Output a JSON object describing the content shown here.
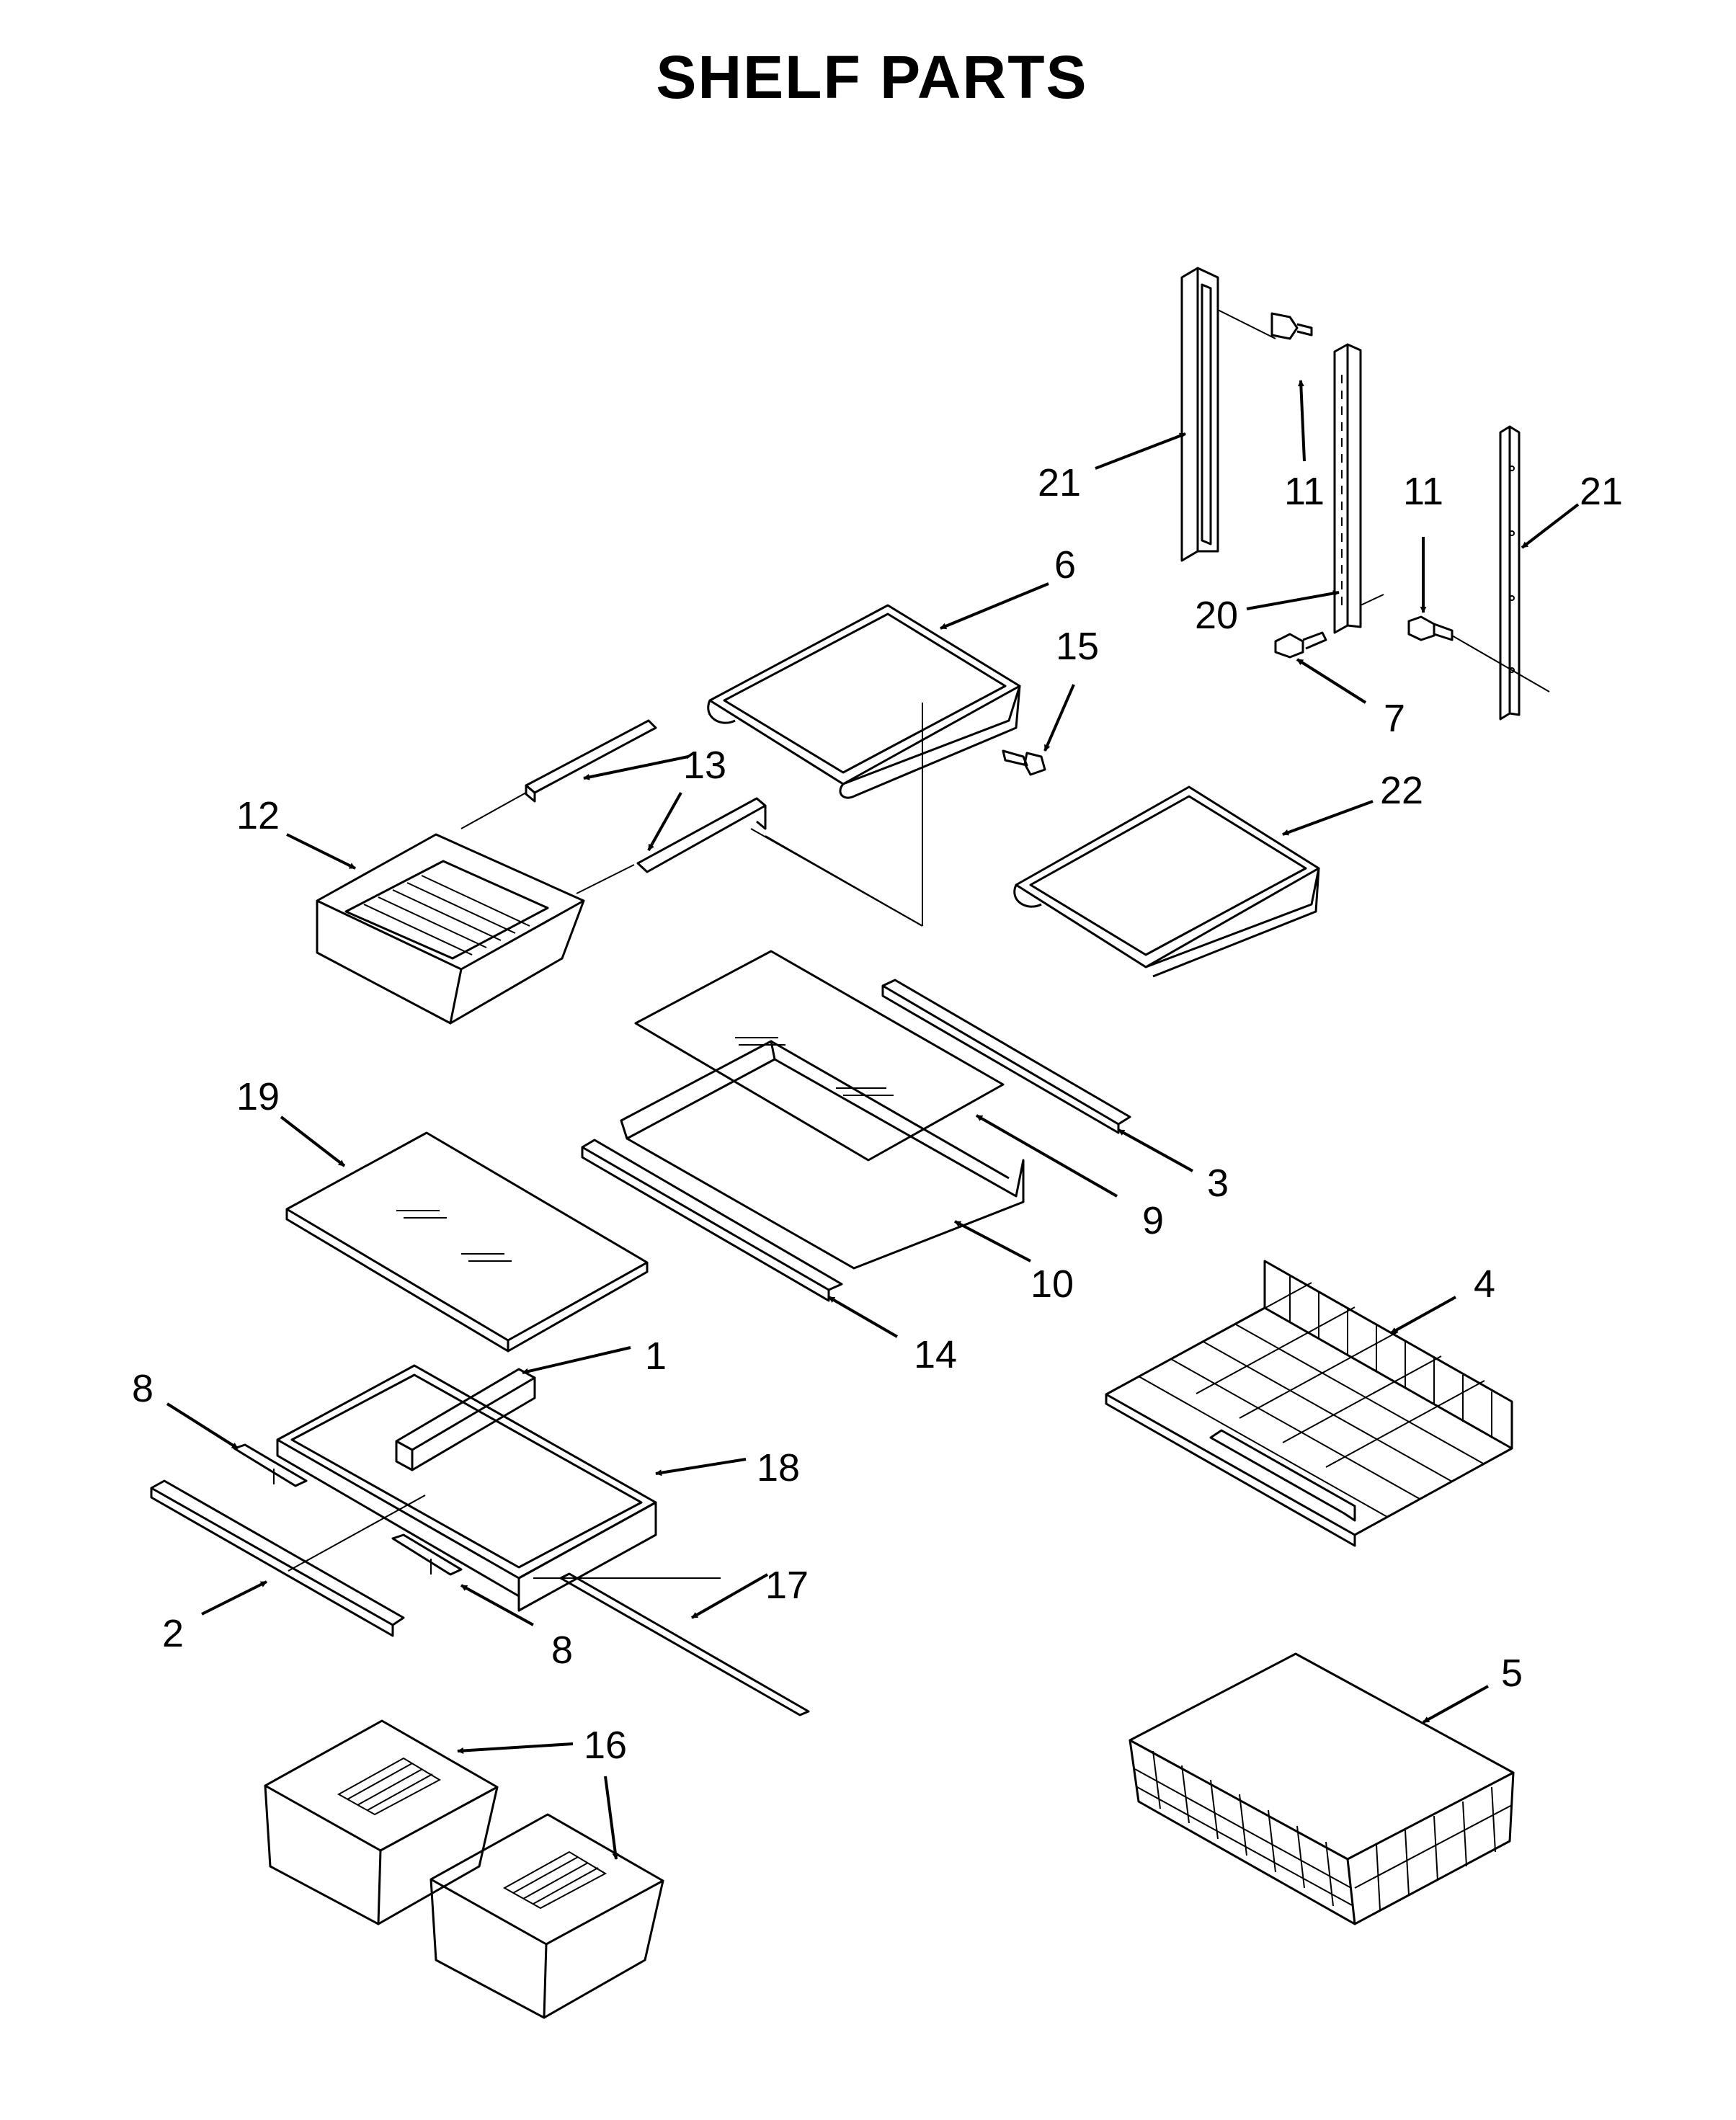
{
  "title": "SHELF PARTS",
  "callouts": [
    {
      "id": "c21a",
      "label": "21"
    },
    {
      "id": "c11a",
      "label": "11"
    },
    {
      "id": "c11b",
      "label": "11"
    },
    {
      "id": "c21b",
      "label": "21"
    },
    {
      "id": "c6",
      "label": "6"
    },
    {
      "id": "c15",
      "label": "15"
    },
    {
      "id": "c20",
      "label": "20"
    },
    {
      "id": "c7",
      "label": "7"
    },
    {
      "id": "c13",
      "label": "13"
    },
    {
      "id": "c12",
      "label": "12"
    },
    {
      "id": "c22",
      "label": "22"
    },
    {
      "id": "c19",
      "label": "19"
    },
    {
      "id": "c3",
      "label": "3"
    },
    {
      "id": "c9",
      "label": "9"
    },
    {
      "id": "c10",
      "label": "10"
    },
    {
      "id": "c4",
      "label": "4"
    },
    {
      "id": "c14",
      "label": "14"
    },
    {
      "id": "c1",
      "label": "1"
    },
    {
      "id": "c8a",
      "label": "8"
    },
    {
      "id": "c18",
      "label": "18"
    },
    {
      "id": "c17",
      "label": "17"
    },
    {
      "id": "c2",
      "label": "2"
    },
    {
      "id": "c8b",
      "label": "8"
    },
    {
      "id": "c5",
      "label": "5"
    },
    {
      "id": "c16",
      "label": "16"
    }
  ]
}
